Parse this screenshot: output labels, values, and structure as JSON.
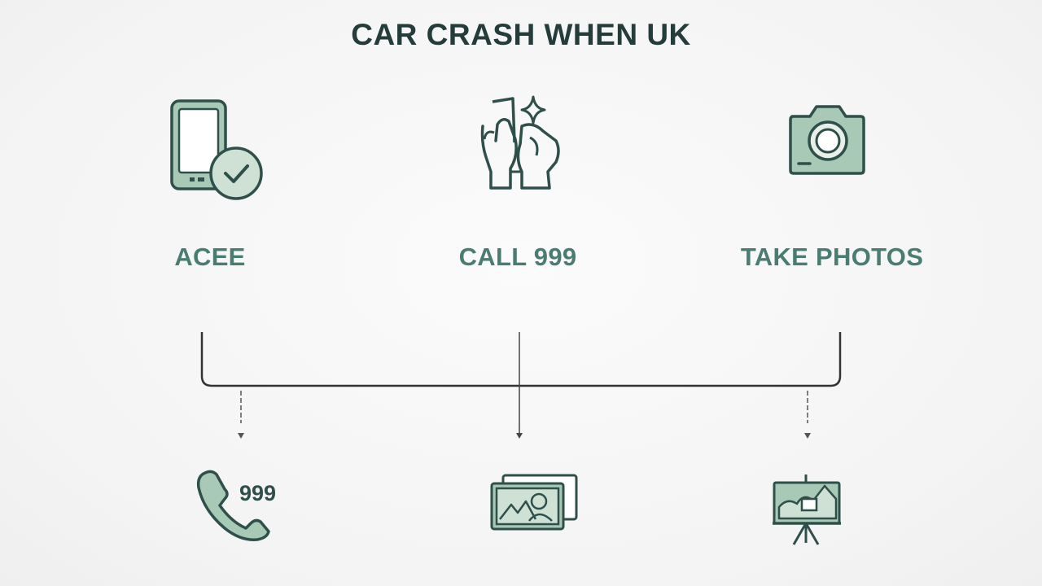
{
  "title": "CAR CRASH WHEN UK",
  "steps": [
    {
      "label": "ACEE",
      "icon": "phone-check-icon"
    },
    {
      "label": "CALL 999",
      "icon": "hands-sparkle-icon"
    },
    {
      "label": "TAKE PHOTOS",
      "icon": "camera-icon"
    }
  ],
  "outcomes": [
    {
      "icon": "phone-handset-icon",
      "text": "999"
    },
    {
      "icon": "photos-icon"
    },
    {
      "icon": "easel-icon"
    }
  ],
  "colors": {
    "dark": "#2f4f4a",
    "fill": "#a9c9b7",
    "label": "#4a7d72",
    "title": "#243c3a"
  }
}
